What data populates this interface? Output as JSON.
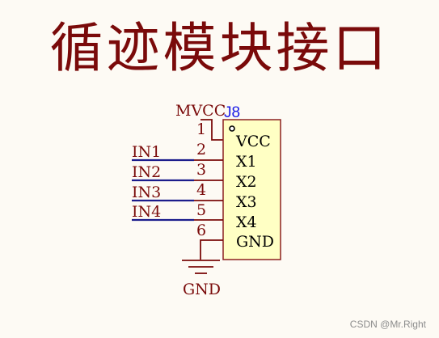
{
  "title": "循迹模块接口",
  "colors": {
    "dark_red": "#7a0a0a",
    "blue_line": "#1c1c8c",
    "designator_blue": "#1a1ae6",
    "body_fill": "#ffffc4",
    "body_border": "#8c2020",
    "background": "#fdfaf4"
  },
  "schematic": {
    "net_power": "MVCC",
    "designator": "J8",
    "net_ground": "GND",
    "pins": [
      {
        "number": "1",
        "name": "VCC",
        "net": ""
      },
      {
        "number": "2",
        "name": "X1",
        "net": "IN1"
      },
      {
        "number": "3",
        "name": "X2",
        "net": "IN2"
      },
      {
        "number": "4",
        "name": "X3",
        "net": "IN3"
      },
      {
        "number": "5",
        "name": "X4",
        "net": "IN4"
      },
      {
        "number": "6",
        "name": "GND",
        "net": ""
      }
    ]
  },
  "watermark": "CSDN @Mr.Right"
}
